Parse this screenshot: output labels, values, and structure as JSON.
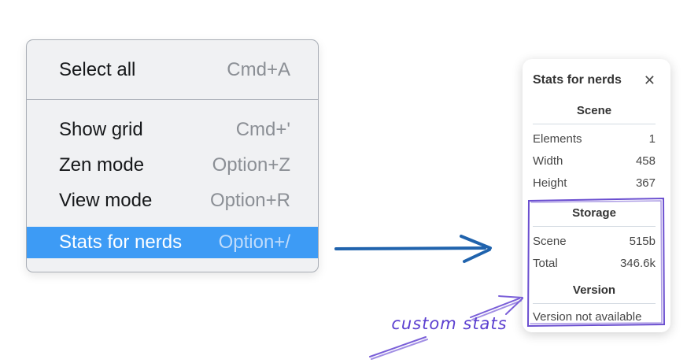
{
  "menu": {
    "sections": [
      {
        "items": [
          {
            "label": "Select all",
            "shortcut": "Cmd+A"
          }
        ]
      },
      {
        "items": [
          {
            "label": "Show grid",
            "shortcut": "Cmd+'"
          },
          {
            "label": "Zen mode",
            "shortcut": "Option+Z"
          },
          {
            "label": "View mode",
            "shortcut": "Option+R"
          },
          {
            "label": "Stats for nerds",
            "shortcut": "Option+/",
            "highlighted": true
          }
        ]
      }
    ],
    "highlight_color": "#3d9bf5"
  },
  "stats_panel": {
    "title": "Stats for nerds",
    "close_icon": "✕",
    "scene": {
      "header": "Scene",
      "rows": [
        {
          "label": "Elements",
          "value": "1"
        },
        {
          "label": "Width",
          "value": "458"
        },
        {
          "label": "Height",
          "value": "367"
        }
      ]
    },
    "storage": {
      "header": "Storage",
      "rows": [
        {
          "label": "Scene",
          "value": "515b"
        },
        {
          "label": "Total",
          "value": "346.6k"
        }
      ]
    },
    "version": {
      "header": "Version",
      "note": "Version not available"
    }
  },
  "annotations": {
    "custom_stats_label": "custom stats",
    "blue_arrow_color": "#2063ad",
    "purple_color": "#6b4fd0"
  }
}
